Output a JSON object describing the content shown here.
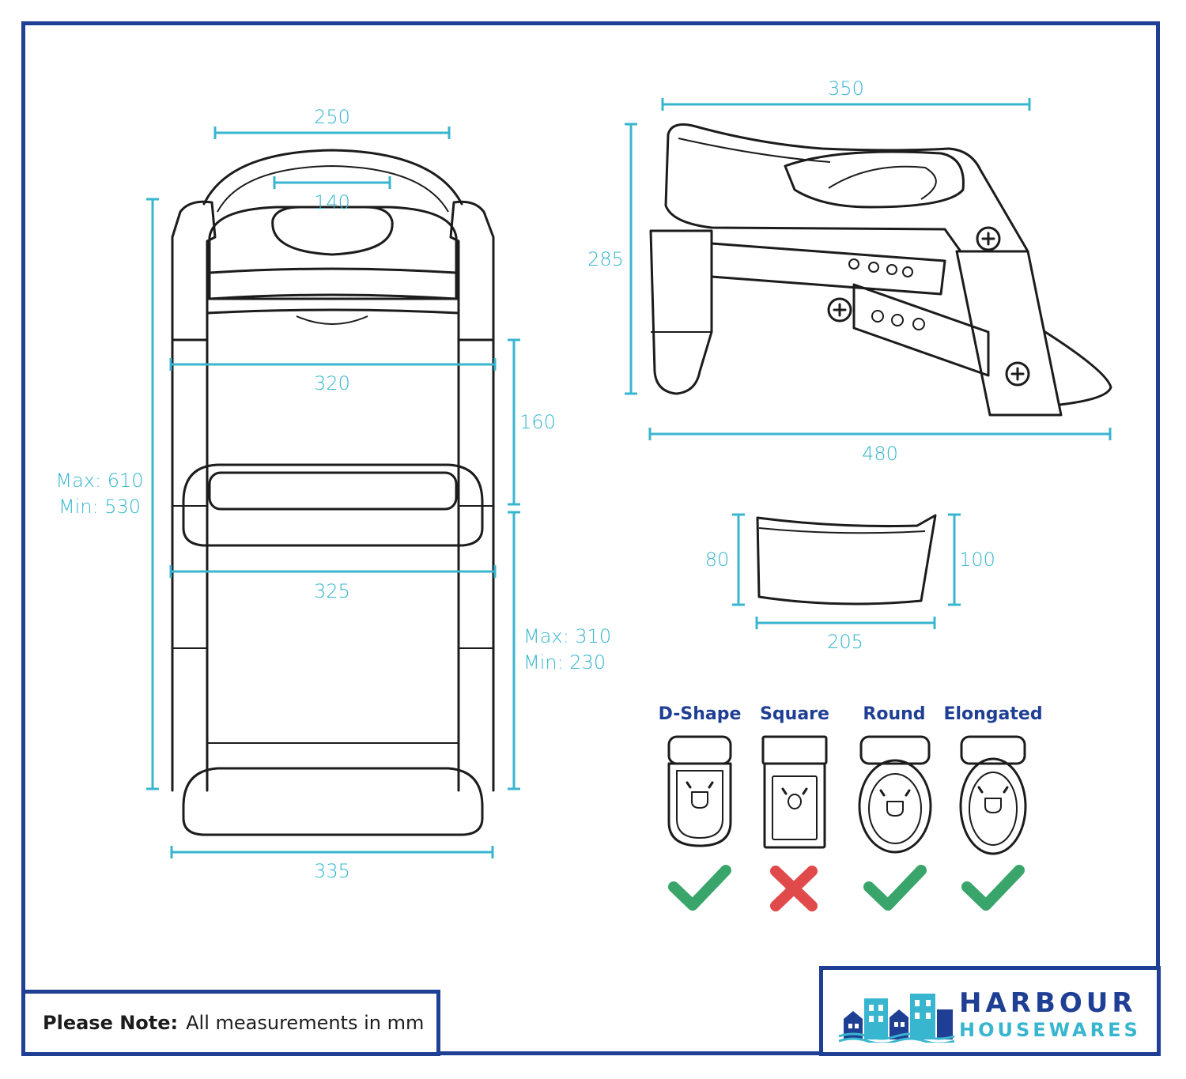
{
  "front_view": {
    "top_width": "250",
    "seat_width": "140",
    "upper_width": "320",
    "middle_width": "325",
    "bottom_width": "335",
    "total_height_max": "Max: 610",
    "total_height_min": "Min: 530",
    "upper_section": "160",
    "lower_section_max": "Max: 310",
    "lower_section_min": "Min: 230"
  },
  "side_view": {
    "top_length": "350",
    "height": "285",
    "base_length": "480"
  },
  "seat_insert": {
    "left_height": "80",
    "right_height": "100",
    "width": "205"
  },
  "toilet_shapes": [
    {
      "label": "D-Shape",
      "compatible": true
    },
    {
      "label": "Square",
      "compatible": false
    },
    {
      "label": "Round",
      "compatible": true
    },
    {
      "label": "Elongated",
      "compatible": true
    }
  ],
  "colors": {
    "frame": "#1f3f95",
    "dimension": "#38b6cf",
    "check": "#3aa56b",
    "cross": "#e04a4a"
  },
  "note": {
    "bold": "Please Note:",
    "text": "All measurements in mm"
  },
  "brand": {
    "line1": "HARBOUR",
    "line2": "HOUSEWARES"
  }
}
